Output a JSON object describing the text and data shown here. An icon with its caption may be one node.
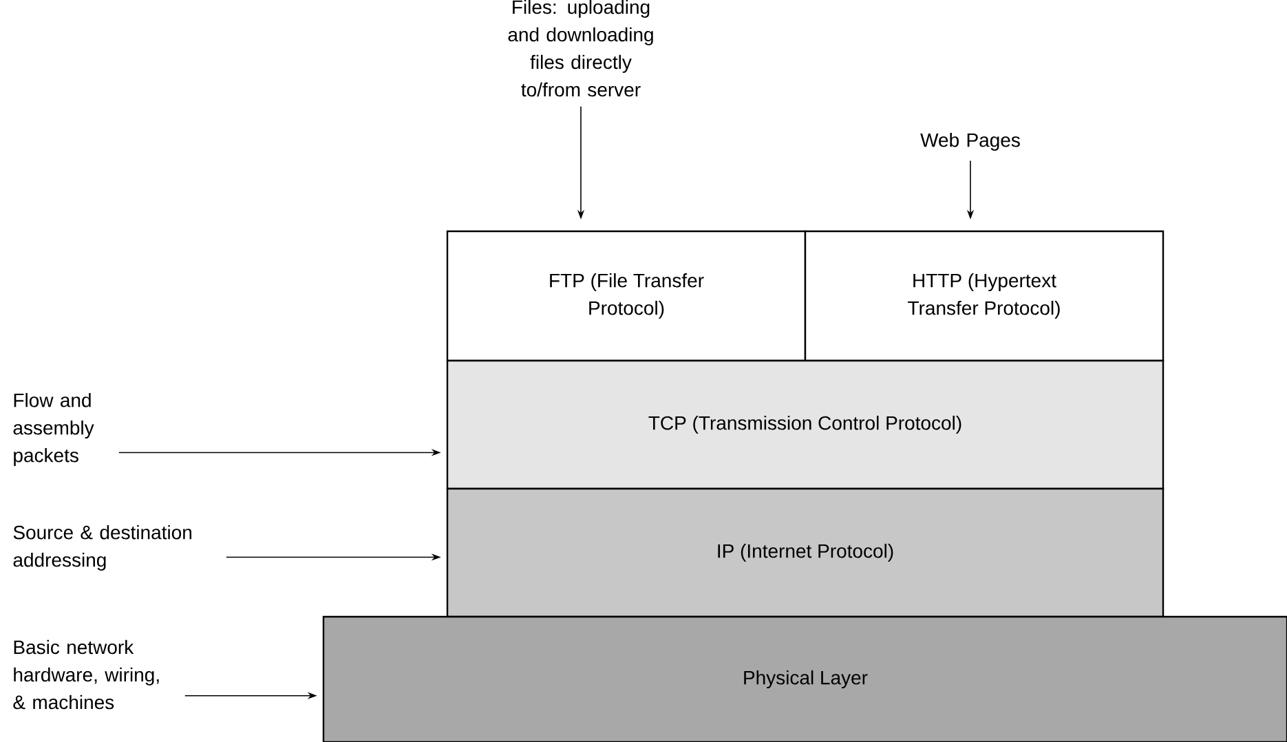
{
  "diagram": {
    "nodes": [
      {
        "text": [
          "Files: uploading and downloading files directly to/from server"
        ]
      },
      {
        "text": [
          "Web Pages"
        ]
      },
      {
        "text": [
          "FTP (File Transfer Protocol)"
        ]
      },
      {
        "text": [
          "HTTP (Hypertext Transfer Protocol)"
        ]
      },
      {
        "text": [
          "TCP (Transmission Control Protocol)"
        ]
      },
      {
        "text": [
          "IP (Internet Protocol)"
        ]
      },
      {
        "text": [
          "Physical Layer"
        ]
      },
      {
        "text": [
          "Flow and assembly packets"
        ]
      },
      {
        "text": [
          "Source & destination addressing"
        ]
      },
      {
        "text": [
          "Basic network hardware, wiring, & machines"
        ]
      }
    ],
    "edges": [
      {
        "from": 0,
        "to": 2,
        "arrow": "to"
      },
      {
        "from": 1,
        "to": 3,
        "arrow": "to"
      },
      {
        "from": 7,
        "to": 4,
        "arrow": "to"
      },
      {
        "from": 8,
        "to": 5,
        "arrow": "to"
      },
      {
        "from": 9,
        "to": 6,
        "arrow": "to"
      }
    ]
  }
}
